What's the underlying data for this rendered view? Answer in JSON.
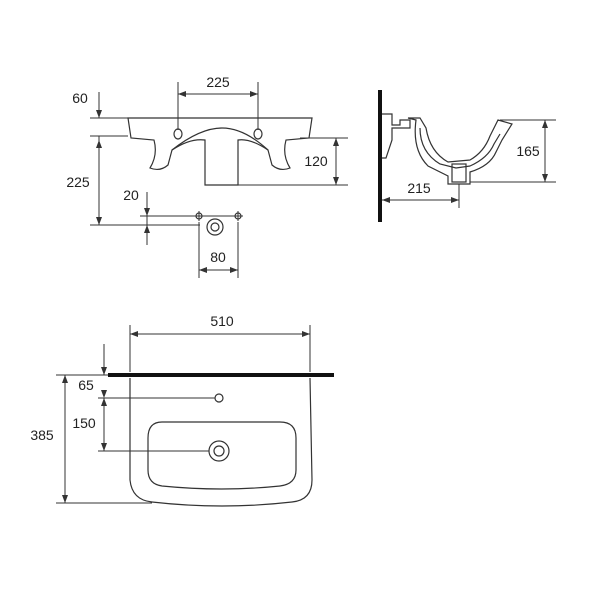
{
  "front_view": {
    "dim_tap_hole_spacing": "225",
    "dim_top_thickness": "60",
    "dim_total_height_to_drain": "225",
    "dim_bowl_depth": "120",
    "dim_drain_offset": "20",
    "dim_drain_spacing": "80"
  },
  "side_view": {
    "dim_height": "165",
    "dim_depth": "215"
  },
  "plan_view": {
    "dim_width": "510",
    "dim_tap_hole_offset": "65",
    "dim_drain_offset": "150",
    "dim_total_depth": "385"
  }
}
